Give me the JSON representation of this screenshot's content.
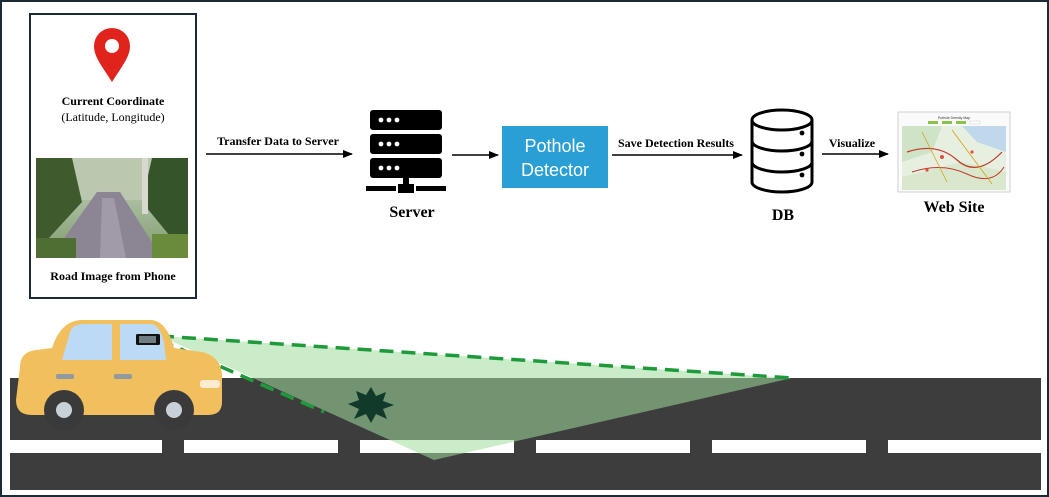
{
  "phone_panel": {
    "coordinate_title": "Current Coordinate",
    "coordinate_subtitle": "(Latitude, Longitude)",
    "image_caption": "Road Image from Phone",
    "icons": [
      "location-pin-icon",
      "road-photo"
    ]
  },
  "arrows": {
    "transfer": "Transfer Data to Server",
    "save": "Save Detection Results",
    "visualize": "Visualize"
  },
  "nodes": {
    "server": "Server",
    "detector_line1": "Pothole",
    "detector_line2": "Detector",
    "db": "DB",
    "website": "Web Site",
    "website_header": "Pothole Density Map"
  },
  "colors": {
    "detector_blue": "#2a9fd6",
    "pin_red": "#e0241b",
    "car_yellow": "#f2bf5e",
    "road": "#3d3d3d",
    "camera_cone": "#9fdc9a",
    "dash_green": "#1f9a3a",
    "pothole": "#123a2a"
  }
}
